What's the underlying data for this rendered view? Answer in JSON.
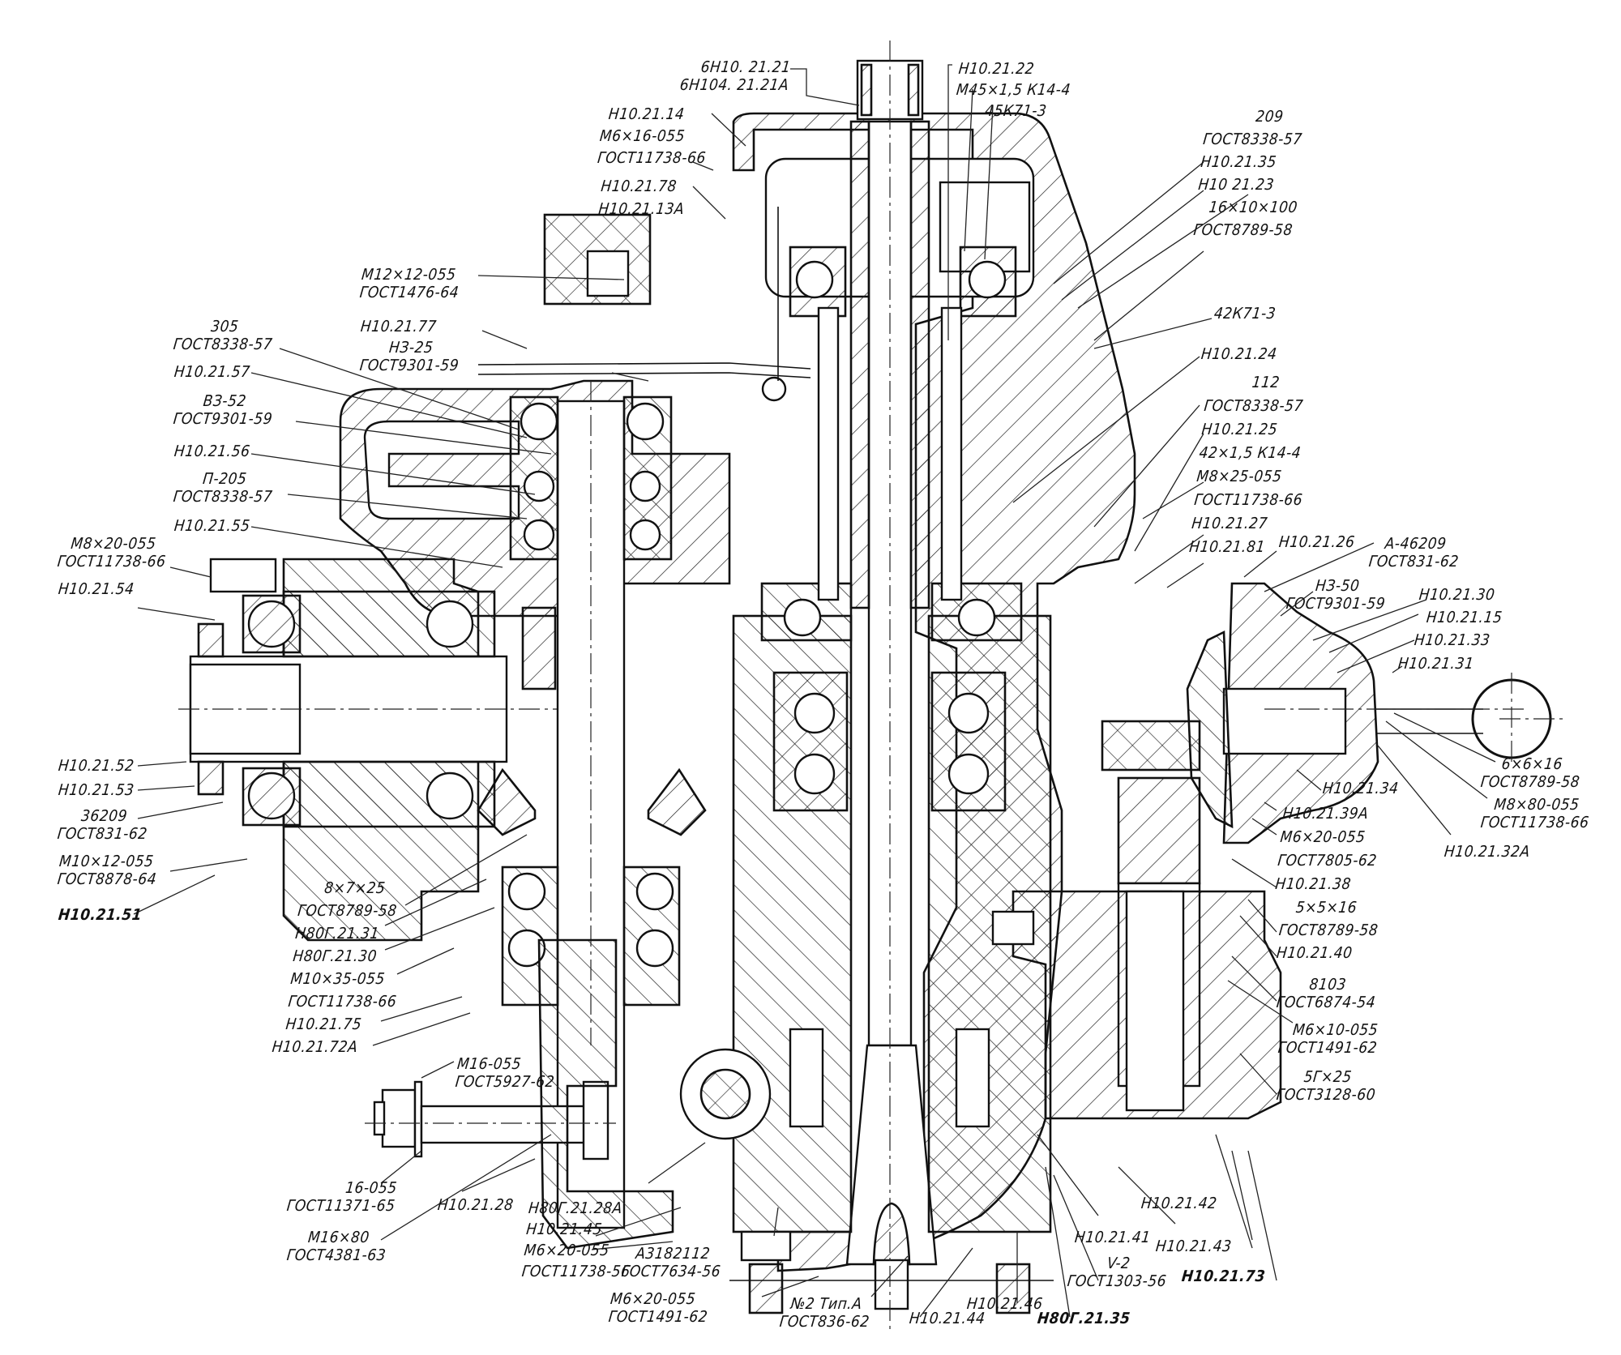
{
  "drawing": {
    "type": "assembly cross-section",
    "labels": {
      "top": [
        {
          "id": "l_6h1021",
          "lines": [
            "6Н10. 21.21",
            "6Н104. 21.21А"
          ]
        },
        {
          "id": "l_h102122",
          "lines": [
            "Н10.21.22",
            "М45×1,5 К14-4",
            "45К71-3"
          ]
        },
        {
          "id": "l_h102114",
          "lines": [
            "Н10.21.14",
            "М6×16-055",
            "ГОСТ11738-66"
          ]
        },
        {
          "id": "l_h102178",
          "lines": [
            "Н10.21.78",
            "Н10.21.13А"
          ]
        },
        {
          "id": "l_m12",
          "lines": [
            "М12×12-055",
            "ГОСТ1476-64"
          ]
        },
        {
          "id": "l_h102177",
          "lines": [
            "Н10.21.77"
          ]
        },
        {
          "id": "l_h325",
          "lines": [
            "НЗ-25",
            "ГОСТ9301-59"
          ]
        }
      ],
      "left": [
        {
          "id": "l_305",
          "lines": [
            "305",
            "ГОСТ8338-57"
          ]
        },
        {
          "id": "l_h102157",
          "lines": [
            "Н10.21.57"
          ]
        },
        {
          "id": "l_v352",
          "lines": [
            "ВЗ-52",
            "ГОСТ9301-59"
          ]
        },
        {
          "id": "l_h102156",
          "lines": [
            "Н10.21.56"
          ]
        },
        {
          "id": "l_p205",
          "lines": [
            "П-205",
            "ГОСТ8338-57"
          ]
        },
        {
          "id": "l_h102155",
          "lines": [
            "Н10.21.55"
          ]
        },
        {
          "id": "l_m8x20",
          "lines": [
            "М8×20-055",
            "ГОСТ11738-66"
          ]
        },
        {
          "id": "l_h102154",
          "lines": [
            "Н10.21.54"
          ]
        },
        {
          "id": "l_h102152",
          "lines": [
            "Н10.21.52"
          ]
        },
        {
          "id": "l_h102153",
          "lines": [
            "Н10.21.53"
          ]
        },
        {
          "id": "l_36209",
          "lines": [
            "36209",
            "ГОСТ831-62"
          ]
        },
        {
          "id": "l_m10x12",
          "lines": [
            "М10×12-055",
            "ГОСТ8878-64"
          ]
        },
        {
          "id": "l_h102151",
          "lines": [
            "Н10.21.51"
          ]
        }
      ],
      "lower_left": [
        {
          "id": "l_8x7",
          "lines": [
            "8×7×25",
            "ГОСТ8789-58",
            "Н80Г.21.31",
            "Н80Г.21.30",
            "М10×35-055",
            "ГОСТ11738-66",
            "Н10.21.75",
            "Н10.21.72А"
          ]
        },
        {
          "id": "l_m16055",
          "lines": [
            "М16-055",
            "ГОСТ5927-62"
          ]
        },
        {
          "id": "l_16055",
          "lines": [
            "16-055",
            "ГОСТ11371-65"
          ]
        },
        {
          "id": "l_h102128",
          "lines": [
            "Н10.21.28"
          ]
        },
        {
          "id": "l_m16x80",
          "lines": [
            "М16×80",
            "ГОСТ4381-63"
          ]
        },
        {
          "id": "l_h80g2128a",
          "lines": [
            "Н80Г.21.28А",
            "Н10.21.45",
            "М6×20-055",
            "ГОСТ11738-56"
          ]
        },
        {
          "id": "l_a318",
          "lines": [
            "А3182112",
            "ГОСТ7634-56"
          ]
        },
        {
          "id": "l_m6x20b",
          "lines": [
            "М6×20-055",
            "ГОСТ1491-62"
          ]
        }
      ],
      "bottom": [
        {
          "id": "l_no2",
          "lines": [
            "№2 Тип.А",
            "ГОСТ836-62"
          ]
        },
        {
          "id": "l_h102144",
          "lines": [
            "Н10.21.44"
          ]
        },
        {
          "id": "l_h102146",
          "lines": [
            "Н10.21.46"
          ]
        },
        {
          "id": "l_h80g2135",
          "lines": [
            "Н80Г.21.35"
          ]
        },
        {
          "id": "l_v2",
          "lines": [
            "V-2",
            "ГОСТ1303-56"
          ]
        },
        {
          "id": "l_h102141",
          "lines": [
            "Н10.21.41"
          ]
        },
        {
          "id": "l_h102142",
          "lines": [
            "Н10.21.42"
          ]
        },
        {
          "id": "l_h102143",
          "lines": [
            "Н10.21.43"
          ]
        },
        {
          "id": "l_h102173",
          "lines": [
            "Н10.21.73"
          ]
        }
      ],
      "right": [
        {
          "id": "l_209",
          "lines": [
            "209",
            "ГОСТ8338-57",
            "Н10.21.35",
            "Н10 21.23",
            "16×10×100",
            "ГОСТ8789-58"
          ]
        },
        {
          "id": "l_42k71",
          "lines": [
            "42К71-3"
          ]
        },
        {
          "id": "l_h102124",
          "lines": [
            "Н10.21.24"
          ]
        },
        {
          "id": "l_112",
          "lines": [
            "112",
            "ГОСТ8338-57",
            "Н10.21.25",
            "42×1,5 К14-4",
            "М8×25-055",
            "ГОСТ11738-66",
            "Н10.21.27",
            "Н10.21.81"
          ]
        },
        {
          "id": "l_h102126",
          "lines": [
            "Н10.21.26"
          ]
        },
        {
          "id": "l_a46209",
          "lines": [
            "А-46209",
            "ГОСТ831-62"
          ]
        },
        {
          "id": "l_h350",
          "lines": [
            "НЗ-50",
            "ГОСТ9301-59"
          ]
        },
        {
          "id": "l_h102130",
          "lines": [
            "Н10.21.30",
            "Н10.21.15",
            "Н10.21.33"
          ]
        },
        {
          "id": "l_h102131",
          "lines": [
            "Н10.21.31"
          ]
        },
        {
          "id": "l_6x6",
          "lines": [
            "6×6×16",
            "ГОСТ8789-58"
          ]
        },
        {
          "id": "l_m8x80",
          "lines": [
            "М8×80-055",
            "ГОСТ11738-66"
          ]
        },
        {
          "id": "l_h102132a",
          "lines": [
            "Н10.21.32А"
          ]
        },
        {
          "id": "l_h102134",
          "lines": [
            "Н10.21.34"
          ]
        },
        {
          "id": "l_h102139a",
          "lines": [
            "Н10.21.39А",
            "М6×20-055",
            "ГОСТ7805-62",
            "Н10.21.38"
          ]
        },
        {
          "id": "l_5x5",
          "lines": [
            "5×5×16",
            "ГОСТ8789-58",
            "Н10.21.40"
          ]
        },
        {
          "id": "l_8103",
          "lines": [
            "8103",
            "ГОСТ6874-54"
          ]
        },
        {
          "id": "l_m6x10",
          "lines": [
            "М6×10-055",
            "ГОСТ1491-62"
          ]
        },
        {
          "id": "l_5g",
          "lines": [
            "5Г×25",
            "ГОСТ3128-60"
          ]
        }
      ]
    }
  }
}
